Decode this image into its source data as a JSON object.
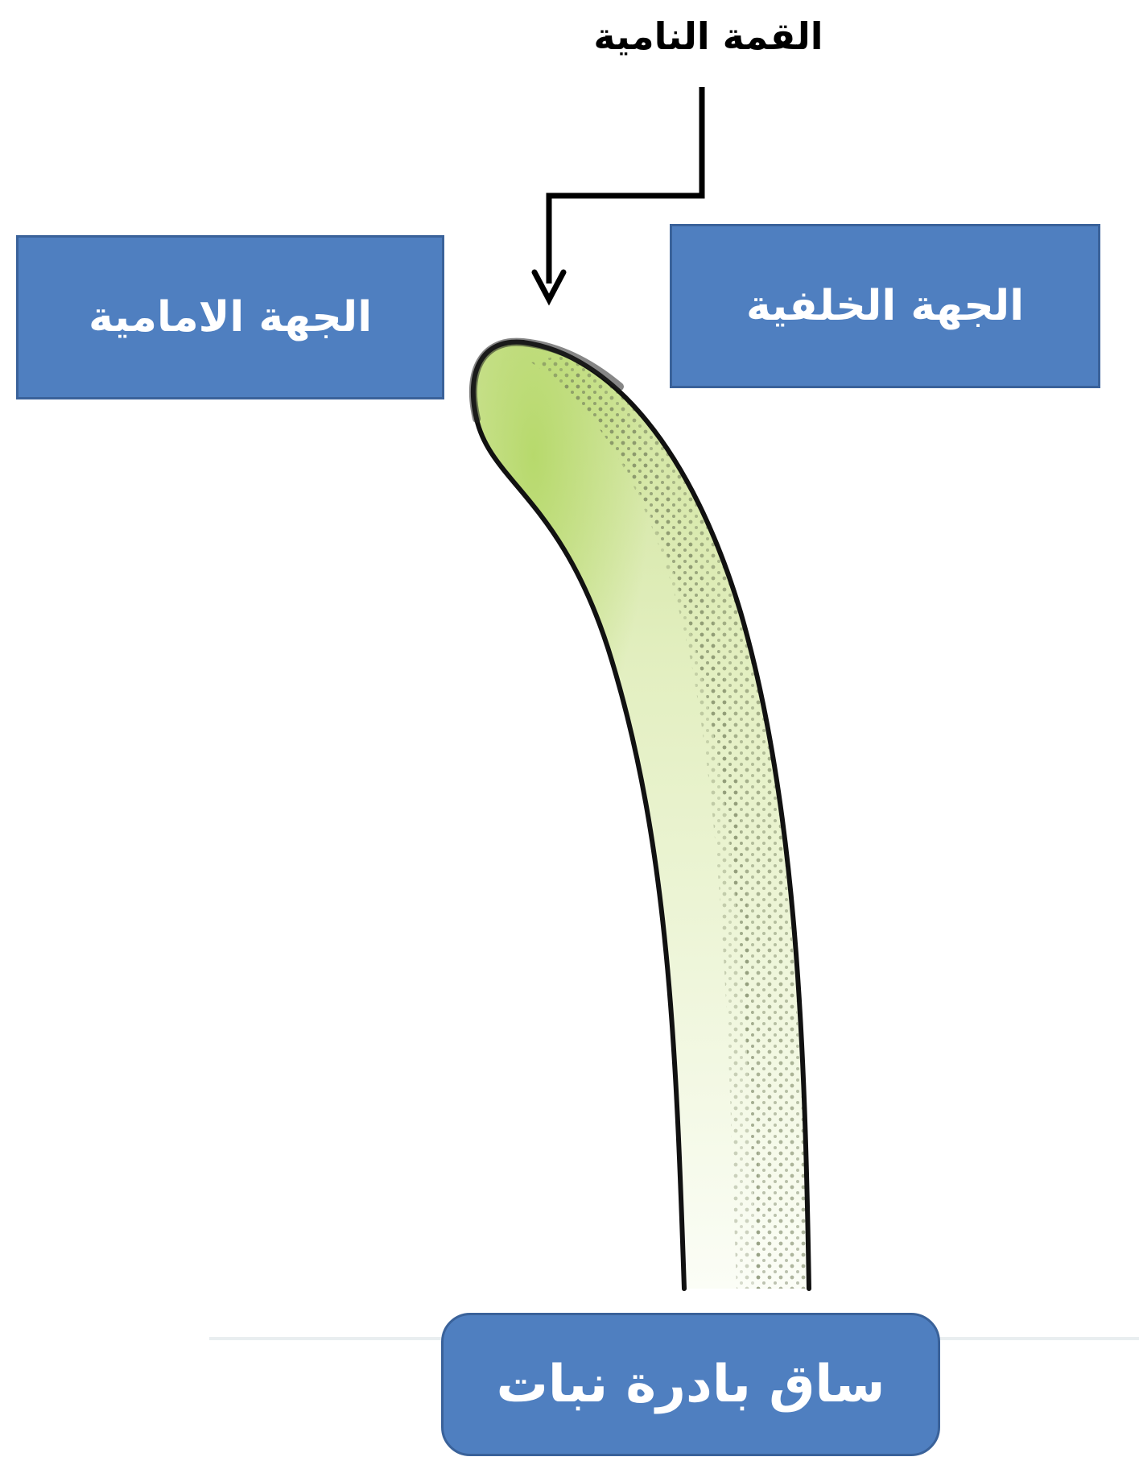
{
  "labels": {
    "growing_tip": "القمة النامية",
    "front_side": "الجهة الامامية",
    "back_side": "الجهة الخلفية",
    "seedling_stem": "ساق بادرة نبات"
  },
  "colors": {
    "box_fill": "#4f7fc0",
    "box_border": "#3a629a",
    "stem_fill_light": "#f2f7e6",
    "stem_fill_green": "#c5df8e",
    "outline": "#111111"
  }
}
